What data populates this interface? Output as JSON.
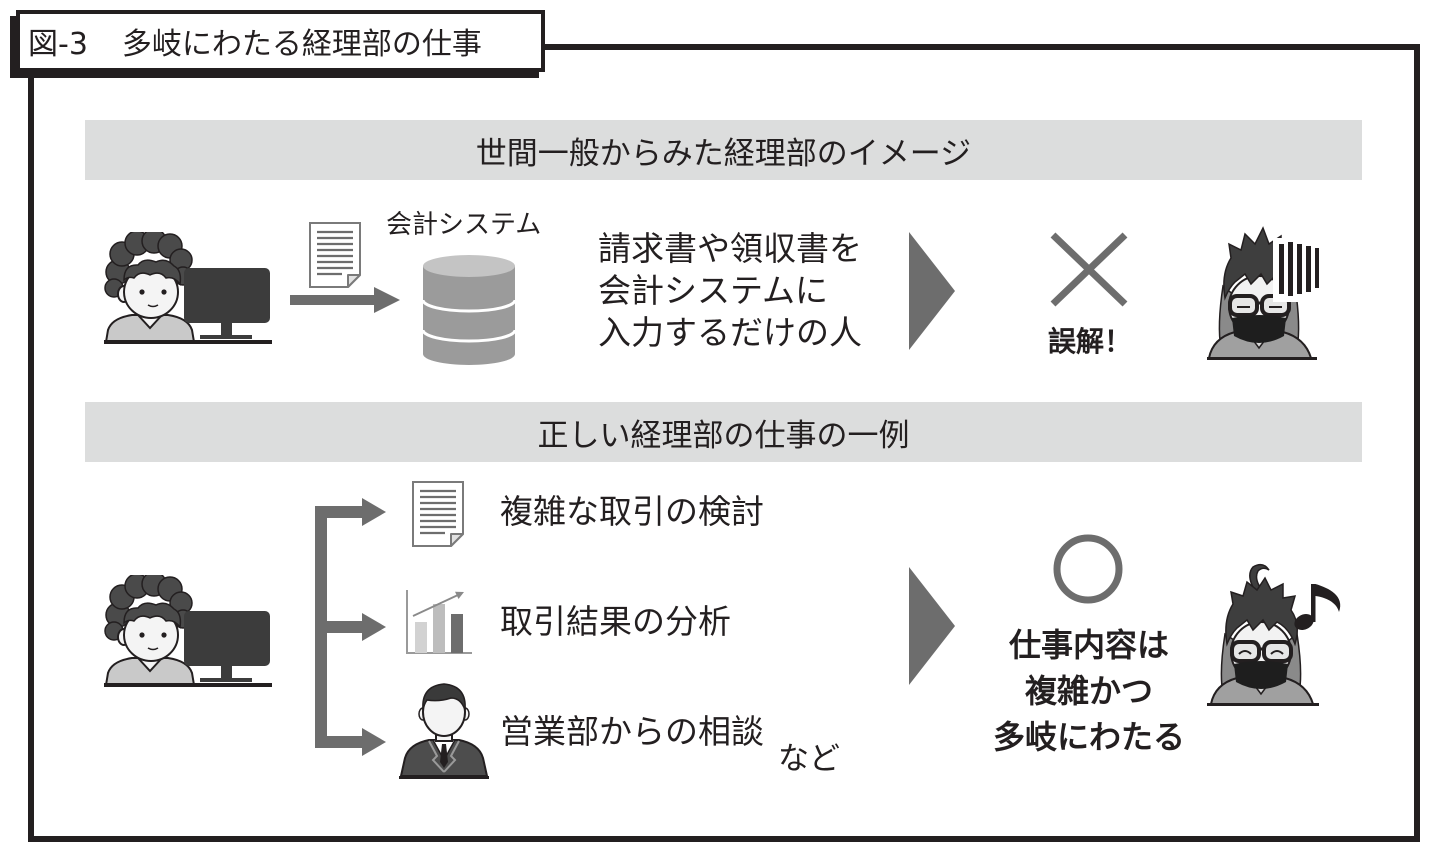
{
  "figure": {
    "number": "図-3",
    "title": "多岐にわたる経理部の仕事"
  },
  "public_image": {
    "heading": "世間一般からみた経理部のイメージ",
    "system_label": "会計システム",
    "description": [
      "請求書や領収書を",
      "会計システムに",
      "入力するだけの人"
    ],
    "verdict": "誤解！",
    "icons": [
      "person-at-computer-icon",
      "document-icon",
      "arrow-right-icon",
      "database-icon",
      "chevron-right-icon",
      "cross-mark-icon",
      "frustrated-person-icon"
    ]
  },
  "actual_work": {
    "heading": "正しい経理部の仕事の一例",
    "tasks": [
      {
        "label": "複雑な取引の検討",
        "icon": "document-icon"
      },
      {
        "label": "取引結果の分析",
        "icon": "bar-chart-icon"
      },
      {
        "label": "営業部からの相談",
        "icon": "businessman-icon"
      }
    ],
    "etc": "など",
    "conclusion": [
      "仕事内容は",
      "複雑かつ",
      "多岐にわたる"
    ],
    "icons": [
      "person-at-computer-icon",
      "arrow-right-icon",
      "chevron-right-icon",
      "circle-mark-icon",
      "happy-person-icon",
      "music-note-icon"
    ]
  },
  "colors": {
    "ink": "#231f20",
    "section_bar": "#dcdddd",
    "arrow_gray": "#6d6d6d",
    "database_gray": "#9b9b9b"
  }
}
